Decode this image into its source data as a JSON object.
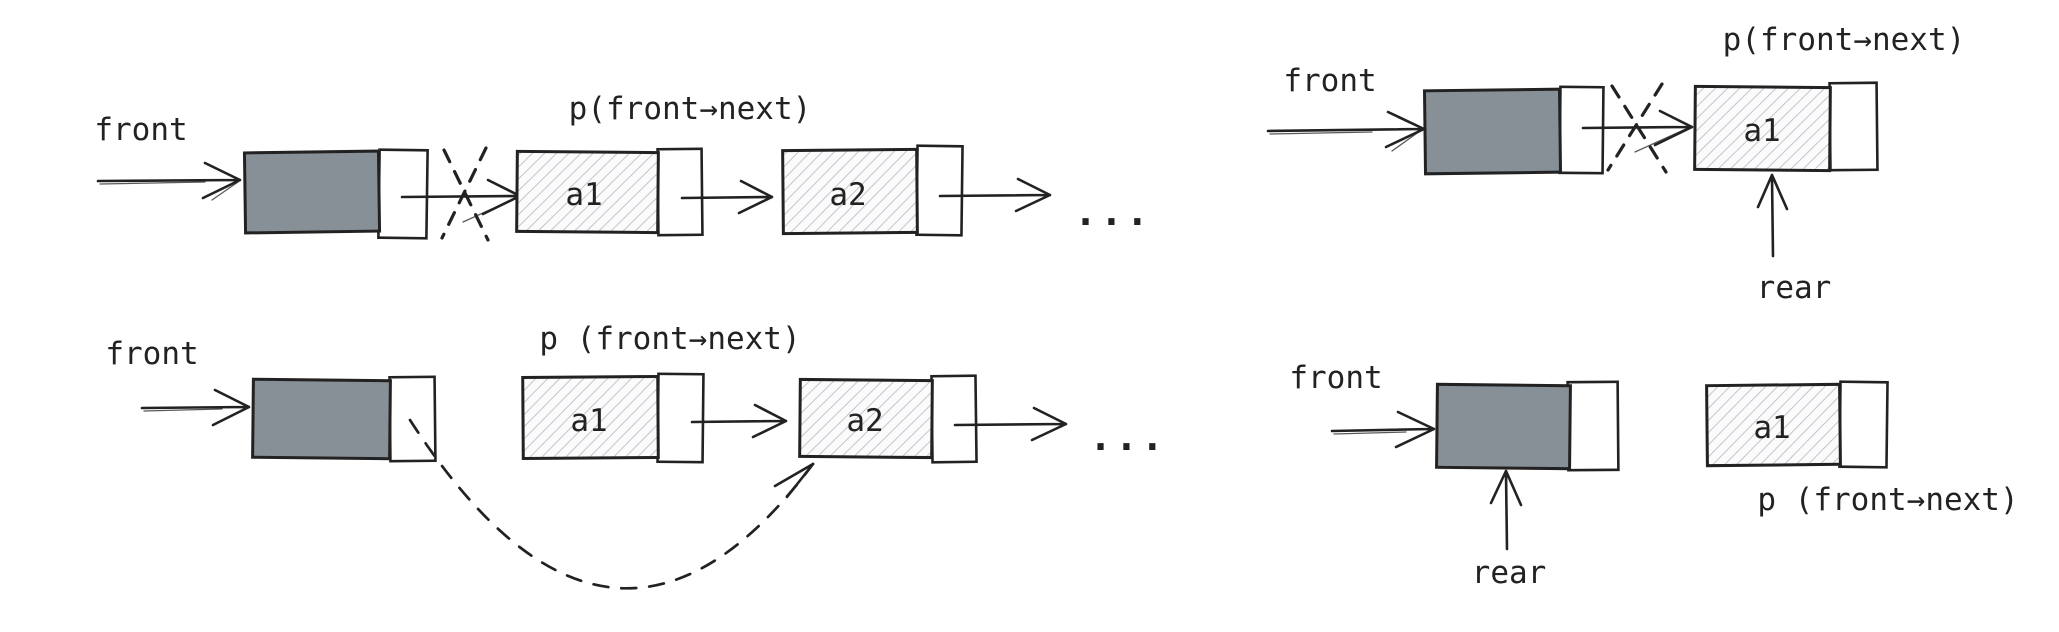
{
  "description": "Hand-drawn sketch: four diagrams of dequeue steps on a linked-list queue with head node, front and rear pointers",
  "colors": {
    "ink": "#222222",
    "head_node_fill": "#878f97",
    "hatch_line": "#b7bdc5",
    "hatch_bg": "#fbfbfc",
    "background": "#ffffff"
  },
  "panels": {
    "top_left": {
      "front_label": "front",
      "p_label": "p(front→next)",
      "node1_label": "a1",
      "node2_label": "a2",
      "ellipsis": "..."
    },
    "bottom_left": {
      "front_label": "front",
      "p_label": "p (front→next)",
      "node1_label": "a1",
      "node2_label": "a2",
      "ellipsis": "..."
    },
    "top_right": {
      "front_label": "front",
      "p_label": "p(front→next)",
      "node1_label": "a1",
      "rear_label": "rear"
    },
    "bottom_right": {
      "front_label": "front",
      "p_label": "p (front→next)",
      "node1_label": "a1",
      "rear_label": "rear"
    }
  }
}
